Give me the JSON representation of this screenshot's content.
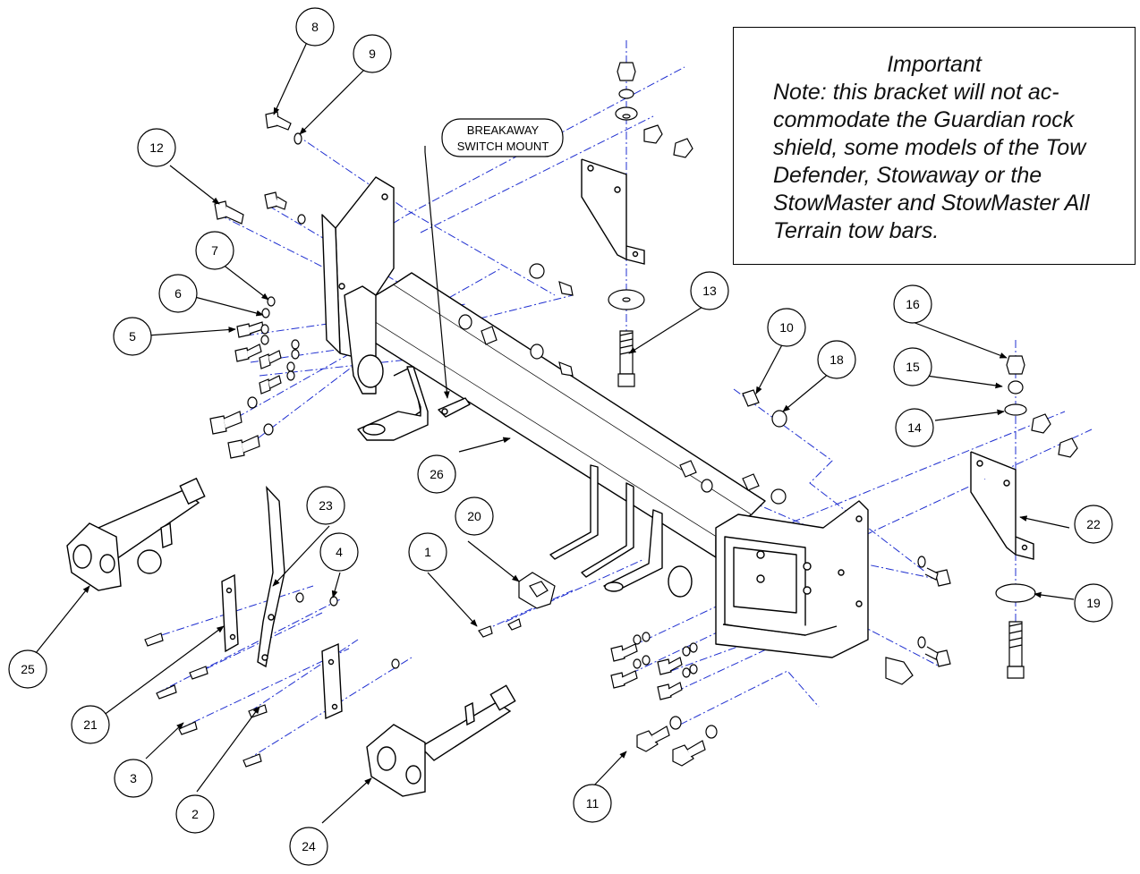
{
  "note": {
    "title": "Important",
    "lines": [
      "Note: this bracket will not ac-",
      "commodate the Guardian rock",
      "shield, some models of the Tow",
      "Defender, Stowaway or the",
      "StowMaster and StowMaster All",
      "Terrain tow bars."
    ]
  },
  "callout": {
    "line1": "BREAKAWAY",
    "line2": "SWITCH MOUNT"
  },
  "balloons": [
    {
      "id": "1",
      "label": "1"
    },
    {
      "id": "2",
      "label": "2"
    },
    {
      "id": "3",
      "label": "3"
    },
    {
      "id": "4",
      "label": "4"
    },
    {
      "id": "5",
      "label": "5"
    },
    {
      "id": "6",
      "label": "6"
    },
    {
      "id": "7",
      "label": "7"
    },
    {
      "id": "8",
      "label": "8"
    },
    {
      "id": "9",
      "label": "9"
    },
    {
      "id": "10",
      "label": "10"
    },
    {
      "id": "11",
      "label": "11"
    },
    {
      "id": "12",
      "label": "12"
    },
    {
      "id": "13",
      "label": "13"
    },
    {
      "id": "14",
      "label": "14"
    },
    {
      "id": "15",
      "label": "15"
    },
    {
      "id": "16",
      "label": "16"
    },
    {
      "id": "18",
      "label": "18"
    },
    {
      "id": "19",
      "label": "19"
    },
    {
      "id": "20",
      "label": "20"
    },
    {
      "id": "21",
      "label": "21"
    },
    {
      "id": "22",
      "label": "22"
    },
    {
      "id": "23",
      "label": "23"
    },
    {
      "id": "24",
      "label": "24"
    },
    {
      "id": "25",
      "label": "25"
    },
    {
      "id": "26",
      "label": "26"
    }
  ],
  "colors": {
    "line": "#000000",
    "centerline": "#1f2fd0"
  }
}
